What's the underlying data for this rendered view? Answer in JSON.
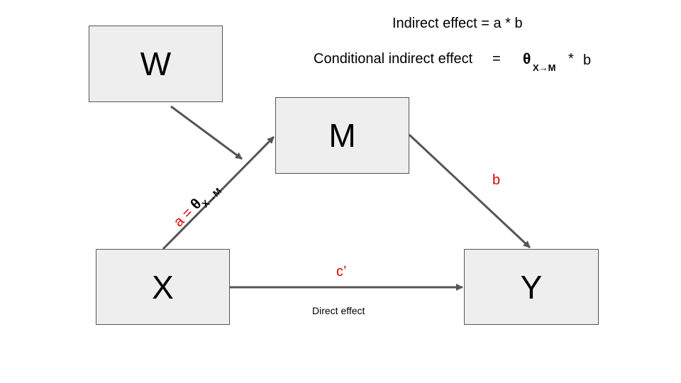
{
  "nodes": {
    "w": "W",
    "m": "M",
    "x": "X",
    "y": "Y"
  },
  "formulas": {
    "indirect": "Indirect effect = a * b",
    "conditional_label": "Conditional indirect effect",
    "equals": "=",
    "theta": "θ",
    "theta_subscript": "X→M",
    "times": "*",
    "b": "b"
  },
  "edges": {
    "a_prefix": "a =",
    "a_theta": "θ",
    "a_subscript": "X→M",
    "b_label": "b",
    "c_label": "c’",
    "direct_effect": "Direct effect"
  },
  "colors": {
    "box_fill": "#eeeeee",
    "box_border": "#555555",
    "arrow": "#555555",
    "path_label": "#e00000"
  }
}
